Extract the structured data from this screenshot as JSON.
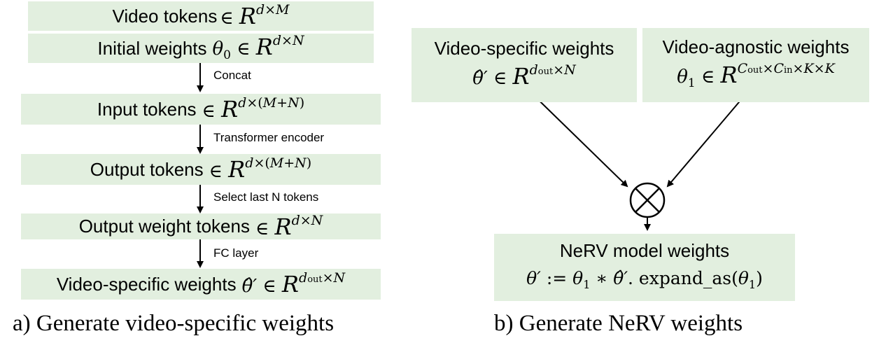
{
  "left": {
    "boxes": [
      {
        "text": "Video tokens",
        "math": "∈ R^{d×M}"
      },
      {
        "text": "Initial weights",
        "math": "θ₀ ∈ R^{d×N}"
      },
      {
        "text": "Input tokens",
        "math": "∈ R^{d×(M+N)}"
      },
      {
        "text": "Output tokens",
        "math": "∈ R^{d×(M+N)}"
      },
      {
        "text": "Output weight tokens",
        "math": "∈ R^{d×N}"
      },
      {
        "text": "Video-specific weights",
        "math": "θ̂′ ∈ R^{d_out×N}"
      }
    ],
    "steps": [
      "Concat",
      "Transformer encoder",
      "Select last N tokens",
      "FC layer"
    ],
    "caption": "a) Generate video-specific weights"
  },
  "right": {
    "box_specific": {
      "title": "Video-specific weights",
      "math": "θ̂′ ∈ R^{d_out×N}"
    },
    "box_agnostic": {
      "title": "Video-agnostic weights",
      "math": "θ₁ ∈ R^{C_out×C_in×K×K}"
    },
    "box_nerv": {
      "title": "NeRV model weights",
      "formula_op": ":=",
      "formula_fn": "expand_as"
    },
    "caption": "b) Generate NeRV weights"
  },
  "colors": {
    "box_fill": "#e2efdf",
    "stroke": "#000000"
  }
}
